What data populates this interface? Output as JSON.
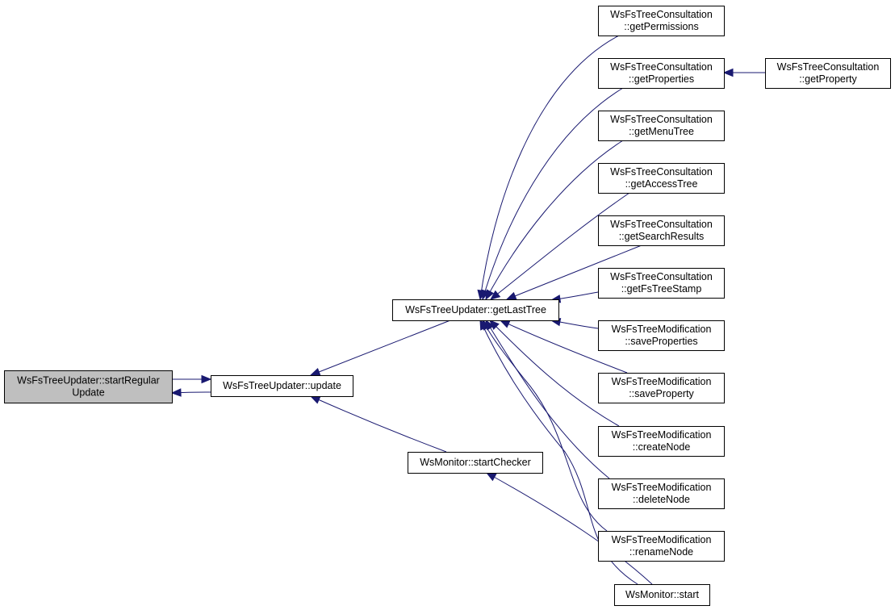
{
  "diagram": {
    "type": "call-graph",
    "colors": {
      "edge": "#191970",
      "node_border": "#000000",
      "node_fill": "#ffffff",
      "start_node_fill": "#bfbfbf"
    },
    "nodes": [
      {
        "id": "startRegularUpdate",
        "lines": [
          "WsFsTreeUpdater::startRegular",
          "Update"
        ],
        "start": true
      },
      {
        "id": "update",
        "lines": [
          "WsFsTreeUpdater::update"
        ]
      },
      {
        "id": "getLastTree",
        "lines": [
          "WsFsTreeUpdater::getLastTree"
        ]
      },
      {
        "id": "startChecker",
        "lines": [
          "WsMonitor::startChecker"
        ]
      },
      {
        "id": "getPermissions",
        "lines": [
          "WsFsTreeConsultation",
          "::getPermissions"
        ]
      },
      {
        "id": "getProperties",
        "lines": [
          "WsFsTreeConsultation",
          "::getProperties"
        ]
      },
      {
        "id": "getProperty",
        "lines": [
          "WsFsTreeConsultation",
          "::getProperty"
        ]
      },
      {
        "id": "getMenuTree",
        "lines": [
          "WsFsTreeConsultation",
          "::getMenuTree"
        ]
      },
      {
        "id": "getAccessTree",
        "lines": [
          "WsFsTreeConsultation",
          "::getAccessTree"
        ]
      },
      {
        "id": "getSearchResults",
        "lines": [
          "WsFsTreeConsultation",
          "::getSearchResults"
        ]
      },
      {
        "id": "getFsTreeStamp",
        "lines": [
          "WsFsTreeConsultation",
          "::getFsTreeStamp"
        ]
      },
      {
        "id": "saveProperties",
        "lines": [
          "WsFsTreeModification",
          "::saveProperties"
        ]
      },
      {
        "id": "saveProperty",
        "lines": [
          "WsFsTreeModification",
          "::saveProperty"
        ]
      },
      {
        "id": "createNode",
        "lines": [
          "WsFsTreeModification",
          "::createNode"
        ]
      },
      {
        "id": "deleteNode",
        "lines": [
          "WsFsTreeModification",
          "::deleteNode"
        ]
      },
      {
        "id": "renameNode",
        "lines": [
          "WsFsTreeModification",
          "::renameNode"
        ]
      },
      {
        "id": "start",
        "lines": [
          "WsMonitor::start"
        ]
      }
    ],
    "edges": [
      {
        "from": "update",
        "to": "startRegularUpdate"
      },
      {
        "from": "startRegularUpdate",
        "to": "update"
      },
      {
        "from": "getLastTree",
        "to": "update"
      },
      {
        "from": "startChecker",
        "to": "update"
      },
      {
        "from": "getPermissions",
        "to": "getLastTree"
      },
      {
        "from": "getProperties",
        "to": "getLastTree"
      },
      {
        "from": "getMenuTree",
        "to": "getLastTree"
      },
      {
        "from": "getAccessTree",
        "to": "getLastTree"
      },
      {
        "from": "getSearchResults",
        "to": "getLastTree"
      },
      {
        "from": "getFsTreeStamp",
        "to": "getLastTree"
      },
      {
        "from": "saveProperties",
        "to": "getLastTree"
      },
      {
        "from": "saveProperty",
        "to": "getLastTree"
      },
      {
        "from": "createNode",
        "to": "getLastTree"
      },
      {
        "from": "deleteNode",
        "to": "getLastTree"
      },
      {
        "from": "renameNode",
        "to": "getLastTree"
      },
      {
        "from": "start",
        "to": "getLastTree"
      },
      {
        "from": "getProperty",
        "to": "getProperties"
      },
      {
        "from": "start",
        "to": "startChecker"
      }
    ]
  }
}
